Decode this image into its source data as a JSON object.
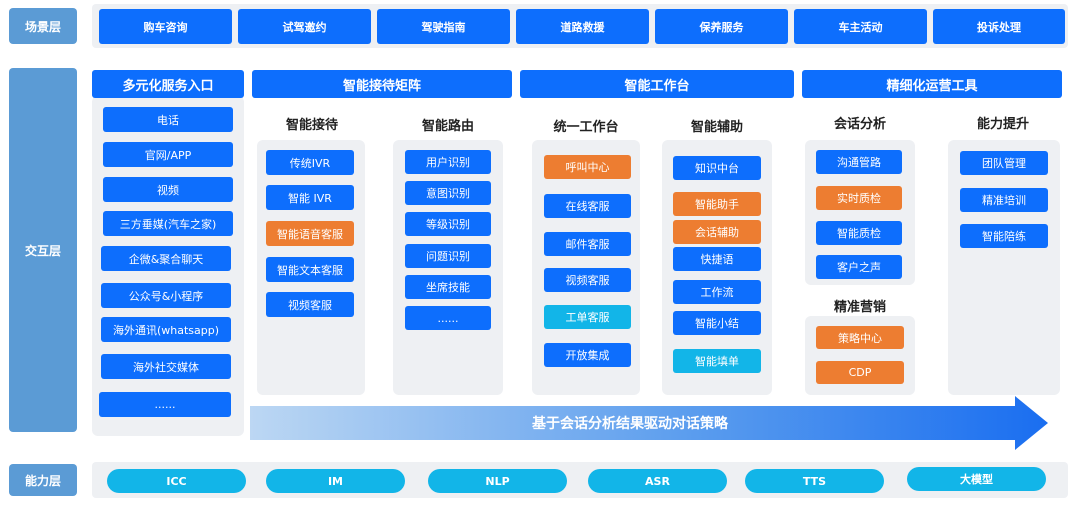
{
  "layers": {
    "scene": "场景层",
    "interaction": "交互层",
    "capability": "能力层"
  },
  "scene_items": [
    "购车咨询",
    "试驾邀约",
    "驾驶指南",
    "道路救援",
    "保养服务",
    "车主活动",
    "投诉处理"
  ],
  "sections": {
    "multi_entry": {
      "title": "多元化服务入口",
      "items": [
        "电话",
        "官网/APP",
        "视频",
        "三方垂媒(汽车之家)",
        "企微&聚合聊天",
        "公众号&小程序",
        "海外通讯(whatsapp)",
        "海外社交媒体",
        "......"
      ]
    },
    "reception_matrix": {
      "title": "智能接待矩阵",
      "reception": {
        "title": "智能接待",
        "items": [
          "传统IVR",
          "智能 IVR",
          "智能语音客服",
          "智能文本客服",
          "视频客服"
        ]
      },
      "routing": {
        "title": "智能路由",
        "items": [
          "用户识别",
          "意图识别",
          "等级识别",
          "问题识别",
          "坐席技能",
          "......"
        ]
      }
    },
    "workbench": {
      "title": "智能工作台",
      "unified": {
        "title": "统一工作台",
        "items": [
          "呼叫中心",
          "在线客服",
          "邮件客服",
          "视频客服",
          "工单客服",
          "开放集成"
        ]
      },
      "assist": {
        "title": "智能辅助",
        "items": [
          "知识中台",
          "智能助手",
          "会话辅助",
          "快捷语",
          "工作流",
          "智能小结",
          "智能填单"
        ]
      }
    },
    "ops_tools": {
      "title": "精细化运营工具",
      "analysis": {
        "title": "会话分析",
        "items": [
          "沟通管路",
          "实时质检",
          "智能质检",
          "客户之声"
        ]
      },
      "marketing": {
        "title": "精准营销",
        "items": [
          "策略中心",
          "CDP"
        ]
      },
      "improve": {
        "title": "能力提升",
        "items": [
          "团队管理",
          "精准培训",
          "智能陪练"
        ]
      }
    }
  },
  "arrow_text": "基于会话分析结果驱动对话策略",
  "capability_items": [
    "ICC",
    "IM",
    "NLP",
    "ASR",
    "TTS",
    "大模型"
  ],
  "colors": {
    "blue": "#0d6efd",
    "orange": "#ed7d31",
    "cyan": "#12b5e8",
    "layer": "#5b9bd5",
    "panel": "#eef0f3"
  }
}
